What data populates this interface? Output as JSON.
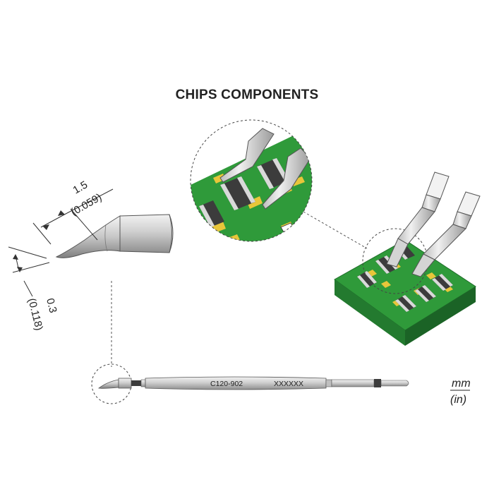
{
  "title": "CHIPS COMPONENTS",
  "dimensions": {
    "length_mm": "1.5",
    "length_in": "(0.059)",
    "tip_mm": "0.3",
    "tip_in": "(0.118)"
  },
  "cartridge": {
    "model": "C120-902",
    "serial": "XXXXXX"
  },
  "units": {
    "metric": "mm",
    "imperial": "(in)"
  },
  "colors": {
    "pcb_green": "#2f9a3a",
    "pcb_dark": "#1f6e2a",
    "pad_yellow": "#e8c63a",
    "chip_dark": "#3c3c3c",
    "chip_cap": "#d9d9d9",
    "metal_light": "#e6e6e6",
    "metal_mid": "#c9c9c9",
    "metal_dark": "#9a9a9a"
  }
}
